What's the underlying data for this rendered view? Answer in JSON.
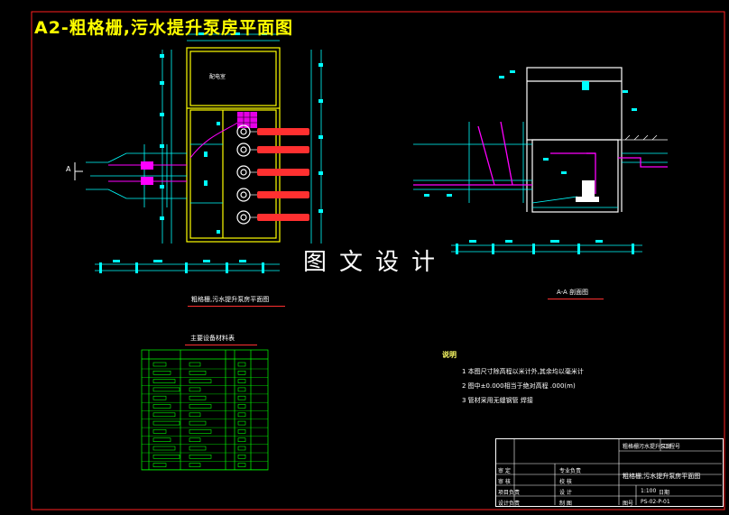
{
  "drawing": {
    "title": "A2-粗格栅,污水提升泵房平面图",
    "watermark": "图文设计",
    "plan_caption": "粗格栅,污水提升泵房平面图",
    "section_caption": "A-A  剖面图",
    "table_caption": "主要设备材料表",
    "section_marker": "A",
    "room_label": "配电室"
  },
  "notes": {
    "heading": "说明",
    "items": [
      "1  本图尺寸除高程以米计外,其余均以毫米计",
      "2  图中±0.000相当于绝对高程  .000(m)",
      "3  管材采用无缝钢管 焊接"
    ]
  },
  "title_block": {
    "project": "粗格栅污水提升泵房",
    "stage": "工程号",
    "drawing_name": "粗格栅,污水提升泵房平面图",
    "rows": [
      "审 定",
      "审 核",
      "项目负责",
      "设计负责"
    ],
    "roles": [
      "专业负责",
      "校 核",
      "设 计",
      "制 图"
    ],
    "scale": "1:100",
    "date_label": "日期",
    "no_label": "图号",
    "drawing_no": "PS-02-P-01"
  },
  "colors": {
    "line": "#00ffff",
    "wall": "#ffff00",
    "pipe": "#ff00ff",
    "pump": "#ffffff",
    "outlet": "#ff3030",
    "table": "#00ff00",
    "accent": "#ff2020"
  }
}
